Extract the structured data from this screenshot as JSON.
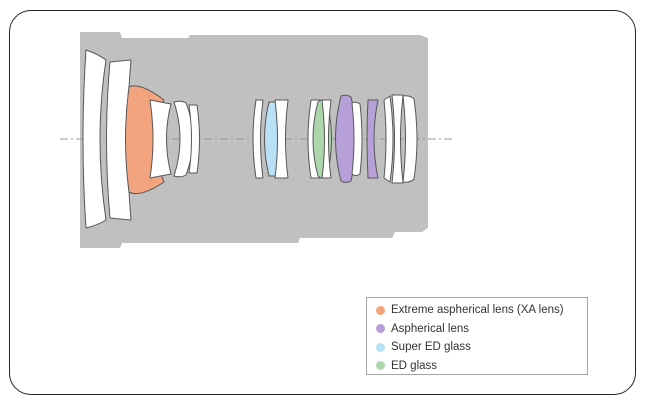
{
  "diagram": {
    "colors": {
      "barrel": "#c0c0c0",
      "lens_outline": "#575757",
      "plain_glass": "#ffffff",
      "xa_lens": "#f2a47e",
      "aspherical": "#b79fd8",
      "super_ed": "#b9e1f6",
      "ed": "#acd7ad",
      "axis": "#9a9a9a",
      "frame_border": "#262626"
    }
  },
  "legend": {
    "items": [
      {
        "label": "Extreme aspherical lens (XA lens)",
        "color": "#f2a47e"
      },
      {
        "label": "Aspherical lens",
        "color": "#b79fd8"
      },
      {
        "label": "Super ED glass",
        "color": "#b9e1f6"
      },
      {
        "label": "ED glass",
        "color": "#acd7ad"
      }
    ]
  }
}
